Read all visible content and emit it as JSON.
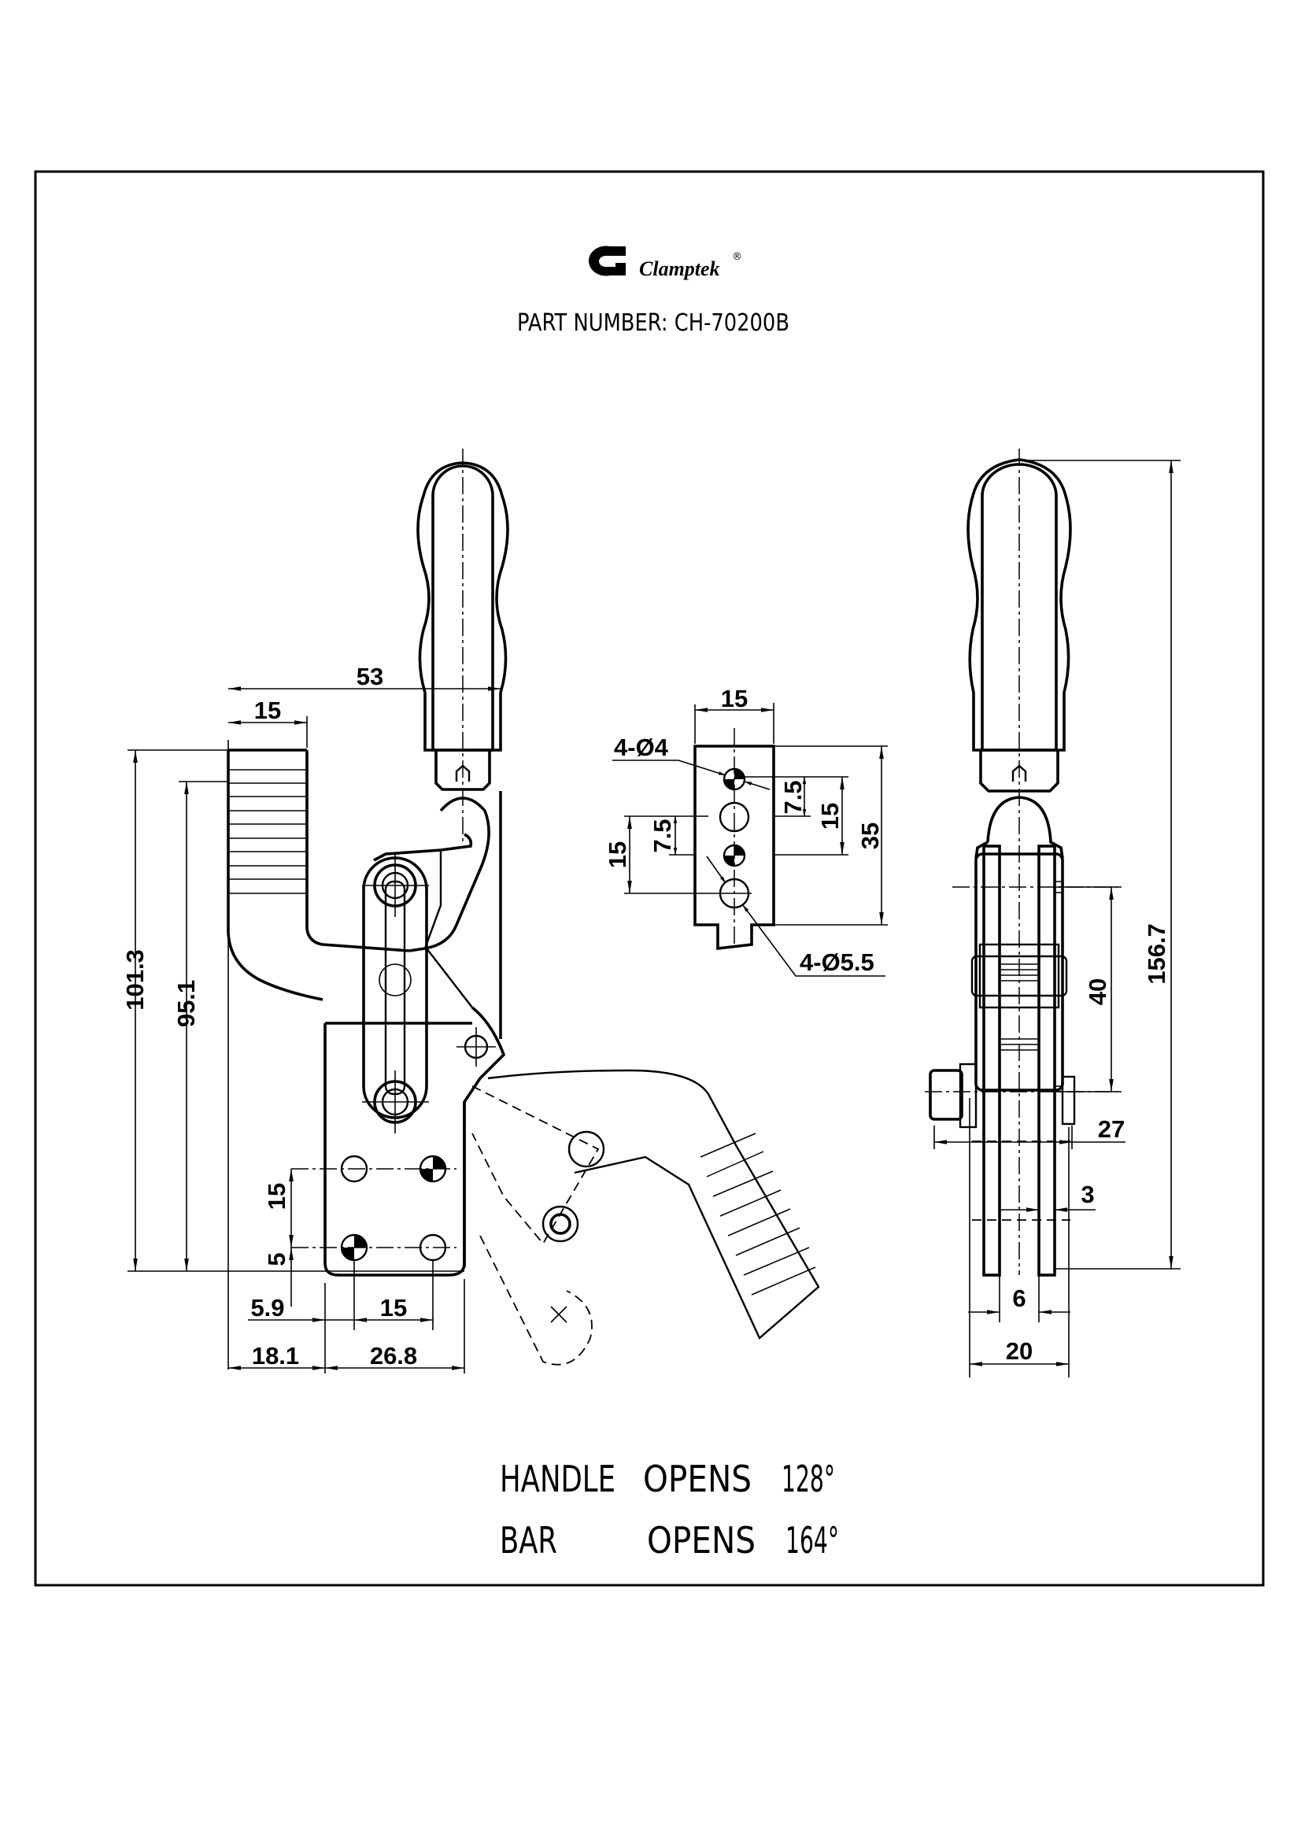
{
  "header": {
    "brand_name": "Clamptek",
    "registered_mark": "®",
    "logo_icon": "clamptek-logo-icon",
    "part_number_label": "PART NUMBER: CH-70200B"
  },
  "front_view": {
    "dimensions": {
      "overall_width": "53",
      "bar_width": "15",
      "overall_height": "101.3",
      "bar_height": "95.1",
      "hole_spacing_vertical": "15",
      "hole_offset_bottom": "5",
      "hole_offset_left": "5.9",
      "hole_spacing_horizontal": "15",
      "bar_to_base": "18.1",
      "base_width": "26.8"
    }
  },
  "detail_view": {
    "dimensions": {
      "width": "15",
      "small_hole_callout": "4-Ø4",
      "large_hole_callout": "4-Ø5.5",
      "offset_right": "7.5",
      "spacing_right": "15",
      "height": "35",
      "offset_left": "7.5",
      "spacing_left": "15"
    }
  },
  "side_view": {
    "dimensions": {
      "overall_height": "156.7",
      "pivot_spacing": "40",
      "bolt_length": "27",
      "arm_thickness": "3",
      "gap_width": "6",
      "overall_width": "20"
    }
  },
  "notes": {
    "handle": {
      "label": "HANDLE",
      "action": "OPENS",
      "angle": "128°"
    },
    "bar": {
      "label": "BAR",
      "action": "OPENS",
      "angle": "164°"
    }
  }
}
